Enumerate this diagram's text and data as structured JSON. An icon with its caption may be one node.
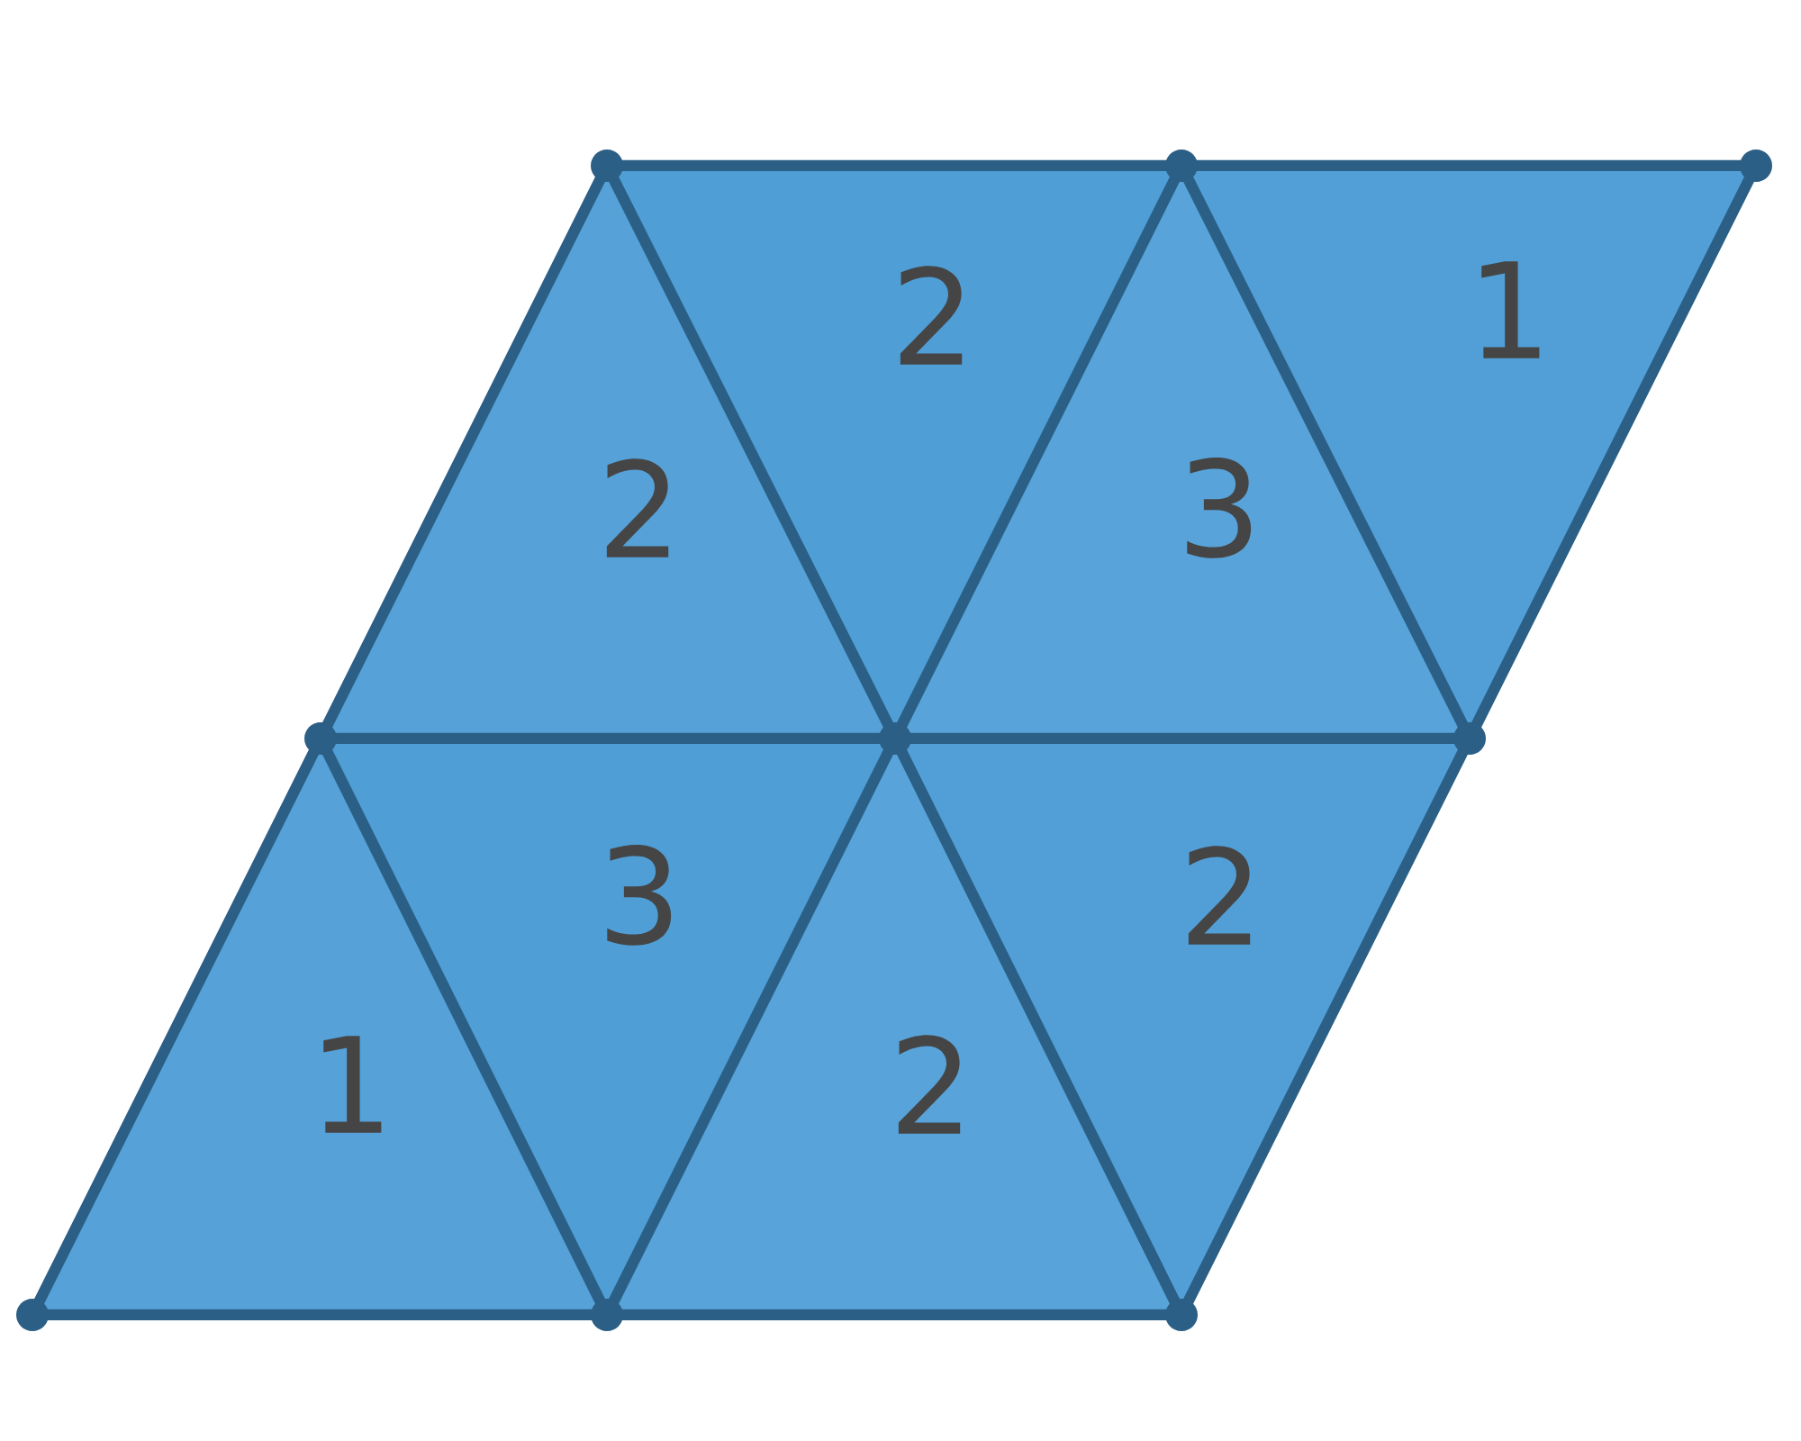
{
  "diagram": {
    "nodes": [
      {
        "text": [
          "2"
        ]
      },
      {
        "text": [
          "1"
        ]
      },
      {
        "text": [
          "2"
        ]
      },
      {
        "text": [
          "3"
        ]
      },
      {
        "text": [
          "3"
        ]
      },
      {
        "text": [
          "2"
        ]
      },
      {
        "text": [
          "1"
        ]
      },
      {
        "text": [
          "2"
        ]
      }
    ]
  }
}
